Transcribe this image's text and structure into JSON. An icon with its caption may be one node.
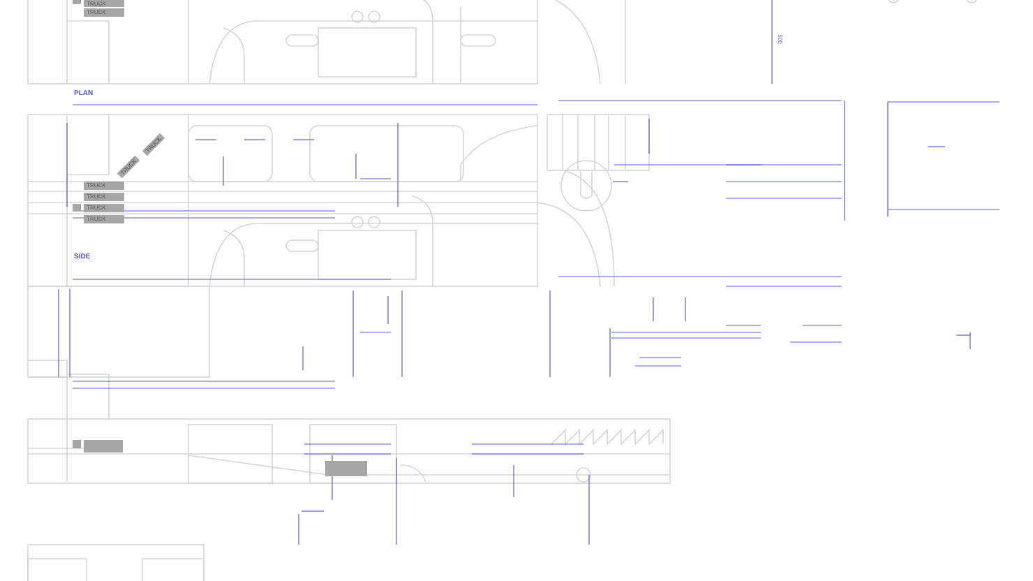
{
  "diagram": {
    "nodes": [
      {
        "text": [
          "TRUCK"
        ]
      },
      {
        "text": [
          "TRUCK"
        ]
      },
      {
        "text": [
          "TRUCK"
        ]
      },
      {
        "text": [
          "TRUCK"
        ]
      },
      {
        "text": [
          "TRUCK"
        ]
      },
      {
        "text": [
          "TRUCK"
        ]
      },
      {
        "text": [
          "TRUCK"
        ]
      },
      {
        "text": [
          "TRUCK"
        ]
      }
    ],
    "labels": [
      "500",
      "PLAN",
      "SIDE"
    ]
  }
}
